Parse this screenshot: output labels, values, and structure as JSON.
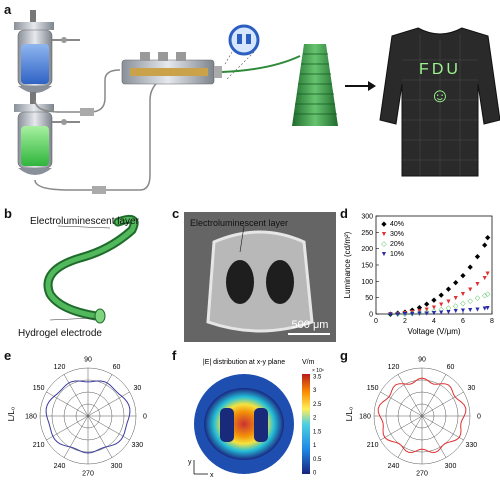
{
  "panel_labels": {
    "a": "a",
    "b": "b",
    "c": "c",
    "d": "d",
    "e": "e",
    "f": "f",
    "g": "g"
  },
  "panel_a": {
    "shirt_text": "FDU",
    "shirt_smiley": "☺",
    "colors": {
      "blue_liquid": "#4a7fd6",
      "green_liquid": "#4fd35a",
      "fiber": "#3a8f4a",
      "shirt": "#2a2a2a",
      "glow": "#9cf58f"
    }
  },
  "panel_b": {
    "label_top": "Electroluminescent layer",
    "label_bottom": "Hydrogel electrode"
  },
  "panel_c": {
    "label": "Electroluminescent layer",
    "scale_bar": "500 μm"
  },
  "chart_data": [
    {
      "type": "scatter",
      "panel": "d",
      "xlabel": "Voltage (V/μm)",
      "ylabel": "Luminance (cd/m²)",
      "xlim": [
        0,
        8
      ],
      "ylim": [
        0,
        300
      ],
      "xticks": [
        "0",
        "2",
        "4",
        "6",
        "8"
      ],
      "yticks": [
        "0",
        "50",
        "100",
        "150",
        "200",
        "250",
        "300"
      ],
      "legend_position": "top-left",
      "x": [
        1.0,
        1.5,
        2.0,
        2.5,
        3.0,
        3.5,
        4.0,
        4.5,
        5.0,
        5.5,
        6.0,
        6.5,
        7.0,
        7.5,
        7.7
      ],
      "series": [
        {
          "name": "40%",
          "marker": "◆",
          "color": "#000000",
          "values": [
            2,
            4,
            8,
            14,
            22,
            32,
            45,
            60,
            78,
            98,
            120,
            146,
            178,
            212,
            235
          ]
        },
        {
          "name": "30%",
          "marker": "▼",
          "color": "#e03030",
          "values": [
            1,
            2,
            4,
            7,
            11,
            16,
            22,
            30,
            40,
            50,
            62,
            76,
            94,
            112,
            125
          ]
        },
        {
          "name": "20%",
          "marker": "◇",
          "color": "#3cb84a",
          "values": [
            0.5,
            1,
            2,
            3,
            5,
            8,
            11,
            15,
            20,
            26,
            33,
            41,
            50,
            58,
            63
          ]
        },
        {
          "name": "10%",
          "marker": "▼",
          "color": "#2a2ab0",
          "values": [
            0.2,
            0.4,
            0.8,
            1.5,
            2.5,
            3.5,
            5,
            6.5,
            8,
            10,
            12,
            14,
            16,
            18,
            20
          ]
        }
      ]
    },
    {
      "type": "polar",
      "panel": "e",
      "ylabel": "L/L₀",
      "angle_labels": [
        "90",
        "60",
        "30",
        "0",
        "330",
        "300",
        "270",
        "240",
        "210",
        "180",
        "150",
        "120"
      ],
      "color": "#3a3aa0"
    },
    {
      "type": "heatmap",
      "panel": "f",
      "title": "|E| distribution at x-y plane",
      "colorbar_unit": "V/m",
      "colorbar_exp": "× 10⁶",
      "colorbar_ticks": [
        "3.5",
        "3",
        "2.5",
        "2",
        "1.5",
        "1",
        "0.5",
        "0"
      ],
      "axis_labels": {
        "y": "y",
        "x": "x"
      }
    },
    {
      "type": "polar",
      "panel": "g",
      "ylabel": "L/L₀",
      "angle_labels": [
        "90",
        "60",
        "30",
        "0",
        "330",
        "300",
        "270",
        "240",
        "210",
        "180",
        "150",
        "120"
      ],
      "color": "#e03030"
    }
  ]
}
